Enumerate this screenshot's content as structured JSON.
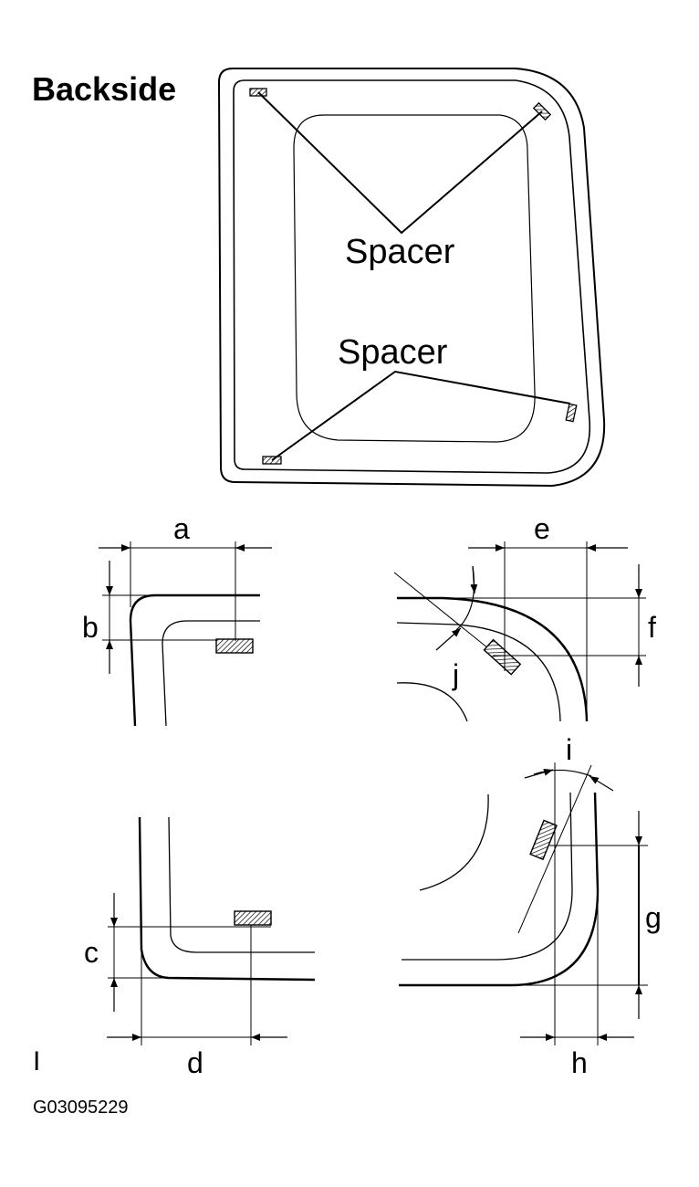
{
  "figure": {
    "title": "Backside",
    "callouts": {
      "spacer_upper": "Spacer",
      "spacer_lower": "Spacer"
    },
    "dimensions": {
      "a": "a",
      "b": "b",
      "c": "c",
      "d": "d",
      "e": "e",
      "f": "f",
      "g": "g",
      "h": "h",
      "i": "i",
      "j": "j"
    },
    "marker": "I",
    "figure_id": "G03095229"
  }
}
